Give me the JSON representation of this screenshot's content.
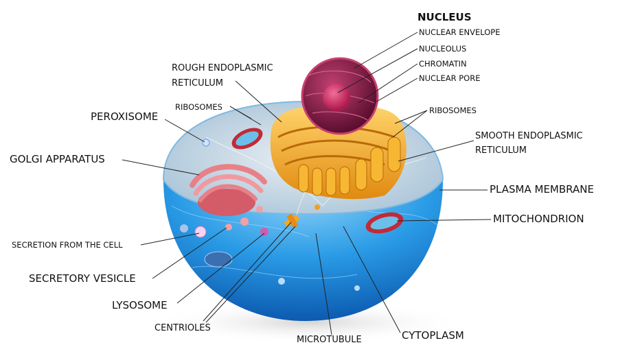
{
  "title": "NUCLEUS",
  "labels": {
    "nuclear_envelope": "NUCLEAR ENVELOPE",
    "nucleolus": "NUCLEOLUS",
    "chromatin": "CHROMATIN",
    "nuclear_pore": "NUCLEAR PORE",
    "ribosomes_right": "RIBOSOMES",
    "smooth_er_1": "SMOOTH ENDOPLASMIC",
    "smooth_er_2": "RETICULUM",
    "plasma_membrane": "PLASMA MEMBRANE",
    "mitochondrion": "MITOCHONDRION",
    "cytoplasm": "CYTOPLASM",
    "microtubule": "MICROTUBULE",
    "centrioles": "CENTRIOLES",
    "lysosome": "LYSOSOME",
    "secretory_vesicle": "SECRETORY VESICLE",
    "secretion": "SECRETION FROM THE CELL",
    "golgi": "GOLGI APPARATUS",
    "peroxisome": "PEROXISOME",
    "ribosomes_left": "RIBOSOMES",
    "rough_er_1": "ROUGH ENDOPLASMIC",
    "rough_er_2": "RETICULUM"
  },
  "colors": {
    "membrane_blue": "#1e88d8",
    "cytoplasm_top": "#c9d9e6",
    "er_orange": "#f0a020",
    "nucleus_maroon": "#8e1f4a",
    "golgi_pink": "#e0707a"
  }
}
